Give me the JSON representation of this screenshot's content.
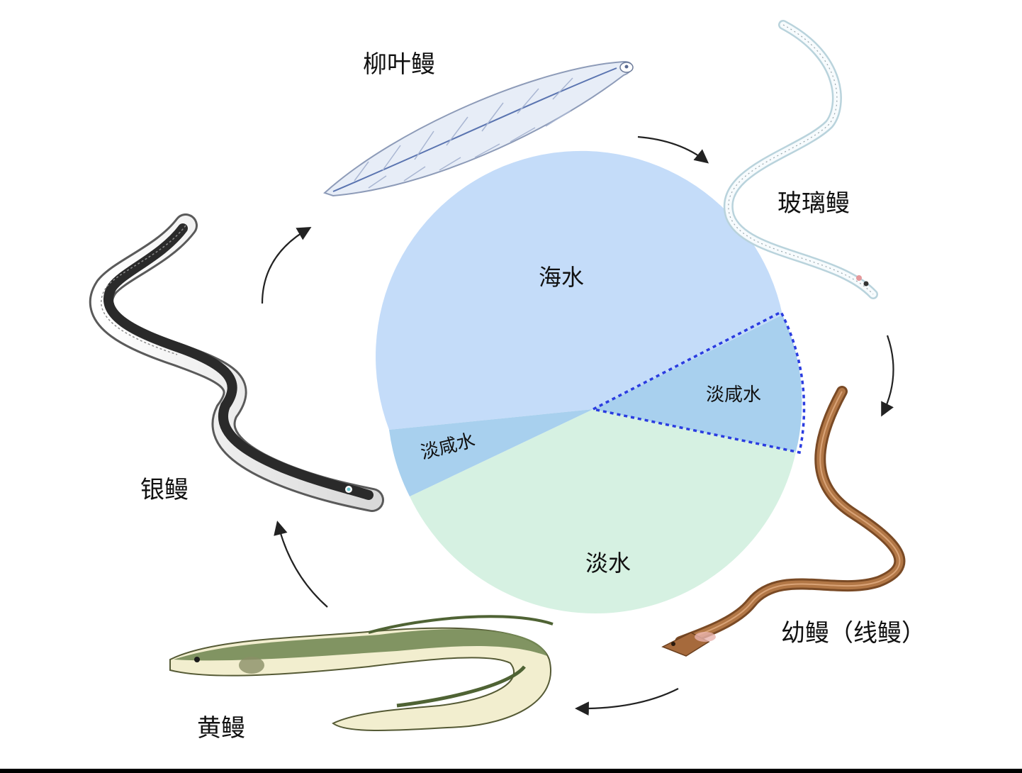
{
  "stages": {
    "leptocephalus": "柳叶鳗",
    "glass_eel": "玻璃鳗",
    "elver": "幼鳗（线鳗）",
    "yellow_eel": "黄鳗",
    "silver_eel": "银鳗"
  },
  "zones": {
    "sea": "海水",
    "brackish_right": "淡咸水",
    "brackish_left": "淡咸水",
    "fresh": "淡水"
  },
  "colors": {
    "sea": "#c4dcf9",
    "brackish": "#a8d0ee",
    "fresh": "#d6f1e2",
    "dashed_outline": "#2a3ce0"
  }
}
